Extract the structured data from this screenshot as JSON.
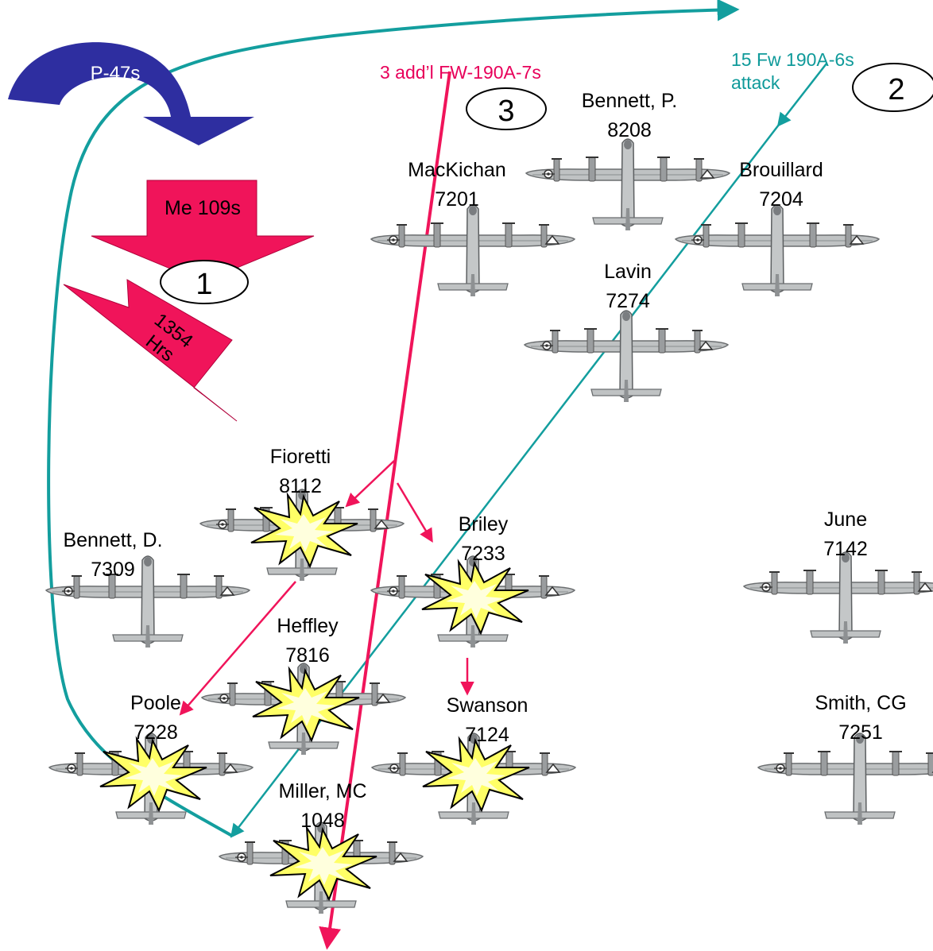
{
  "colors": {
    "pink": "#f0145a",
    "teal": "#139e9e",
    "blue": "#2e2ea0",
    "aircraft": "#b9bcbd",
    "explosion": "#ffff66"
  },
  "markers": [
    {
      "number": "1",
      "text": "Me 109s"
    },
    {
      "number": "2",
      "text": "15 Fw 190A-6s",
      "text2": "attack"
    },
    {
      "number": "3",
      "text": "3 add’l FW-190A-7s"
    }
  ],
  "escort": {
    "label": "P-47s"
  },
  "time": {
    "line1": "1354",
    "line2": "Hrs"
  },
  "aircraft": [
    {
      "pilot": "Bennett, P.",
      "serial": "8208",
      "hit": false
    },
    {
      "pilot": "MacKichan",
      "serial": "7201",
      "hit": false
    },
    {
      "pilot": "Brouillard",
      "serial": "7204",
      "hit": false
    },
    {
      "pilot": "Lavin",
      "serial": "7274",
      "hit": false
    },
    {
      "pilot": "Fioretti",
      "serial": "8112",
      "hit": true
    },
    {
      "pilot": "Bennett, D.",
      "serial": "7309",
      "hit": false
    },
    {
      "pilot": "Briley",
      "serial": "7233",
      "hit": true
    },
    {
      "pilot": "June",
      "serial": "7142",
      "hit": false
    },
    {
      "pilot": "Heffley",
      "serial": "7816",
      "hit": true
    },
    {
      "pilot": "Poole",
      "serial": "7228",
      "hit": true
    },
    {
      "pilot": "Swanson",
      "serial": "7124",
      "hit": true
    },
    {
      "pilot": "Smith, CG",
      "serial": "7251",
      "hit": false
    },
    {
      "pilot": "Miller, MC",
      "serial": "1048",
      "hit": true
    }
  ]
}
